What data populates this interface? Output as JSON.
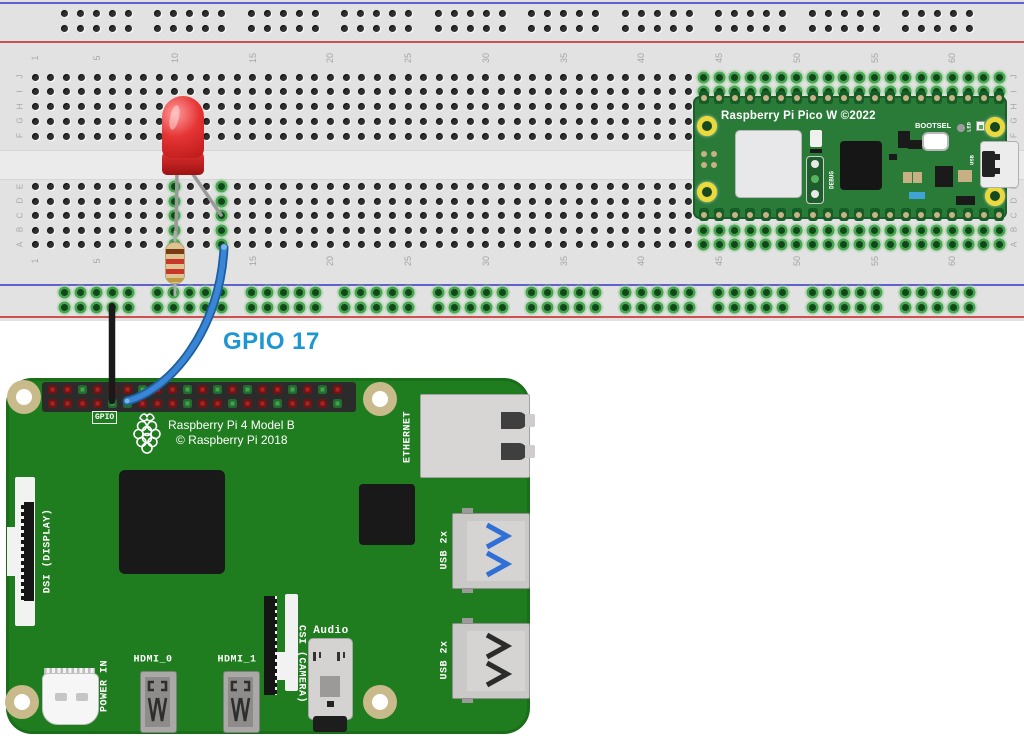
{
  "title": "Raspberry Pi 4 and Raspberry Pi Pico W breadboard LED wiring diagram",
  "wire_label": {
    "text": "GPIO 17",
    "color": "#1e96d2"
  },
  "breadboard": {
    "column_numbers": [
      "1",
      "5",
      "10",
      "15",
      "20",
      "25",
      "30",
      "35",
      "40",
      "45",
      "50",
      "55",
      "60"
    ],
    "row_letters_top": [
      "J",
      "I",
      "H",
      "G",
      "F"
    ],
    "row_letters_bottom": [
      "E",
      "D",
      "C",
      "B",
      "A"
    ]
  },
  "pico": {
    "title": "Raspberry Pi Pico W ©2022",
    "bootsel_label": "BOOTSEL",
    "debug_label": "DEBUG",
    "led_label": "LED",
    "usb_label": "USB"
  },
  "pi4": {
    "title": "Raspberry Pi 4 Model B",
    "copyright": "© Raspberry Pi 2018",
    "gpio_label": "GPIO",
    "ethernet_label": "ETHERNET",
    "usb3_label": "USB 2x",
    "usb2_label": "USB 2x",
    "power_label": "POWER IN",
    "hdmi0_label": "HDMI_0",
    "hdmi1_label": "HDMI_1",
    "csi_label": "CSI (CAMERA)",
    "dsi_label": "DSI (DISPLAY)",
    "audio_label": "Audio"
  },
  "components": {
    "led": {
      "type": "LED",
      "color": "red"
    },
    "resistor": {
      "band_colors": [
        "brown",
        "red",
        "red",
        "gold"
      ]
    },
    "wires": [
      {
        "color": "black"
      },
      {
        "color": "blue",
        "label": "GPIO 17"
      }
    ]
  },
  "state": {
    "connected_bottom_rail": true,
    "connected_columns_bottom": [
      10,
      13
    ],
    "pico_columns": {
      "from": 44,
      "to": 63
    },
    "pi_green_pins_top": [
      2,
      6,
      9,
      11,
      13,
      16,
      18
    ],
    "pi_green_pins_bottom": [
      4,
      5,
      9,
      12,
      15,
      19
    ]
  },
  "colors": {
    "pi_board_green": "#1f7d1f",
    "pico_board_green": "#2a7a38",
    "wire_blue": "#3a85d5",
    "wire_black": "#191919",
    "led_red": "#e53434",
    "rail_red_line": "#cc5050",
    "rail_blue_line": "#6161cc"
  }
}
